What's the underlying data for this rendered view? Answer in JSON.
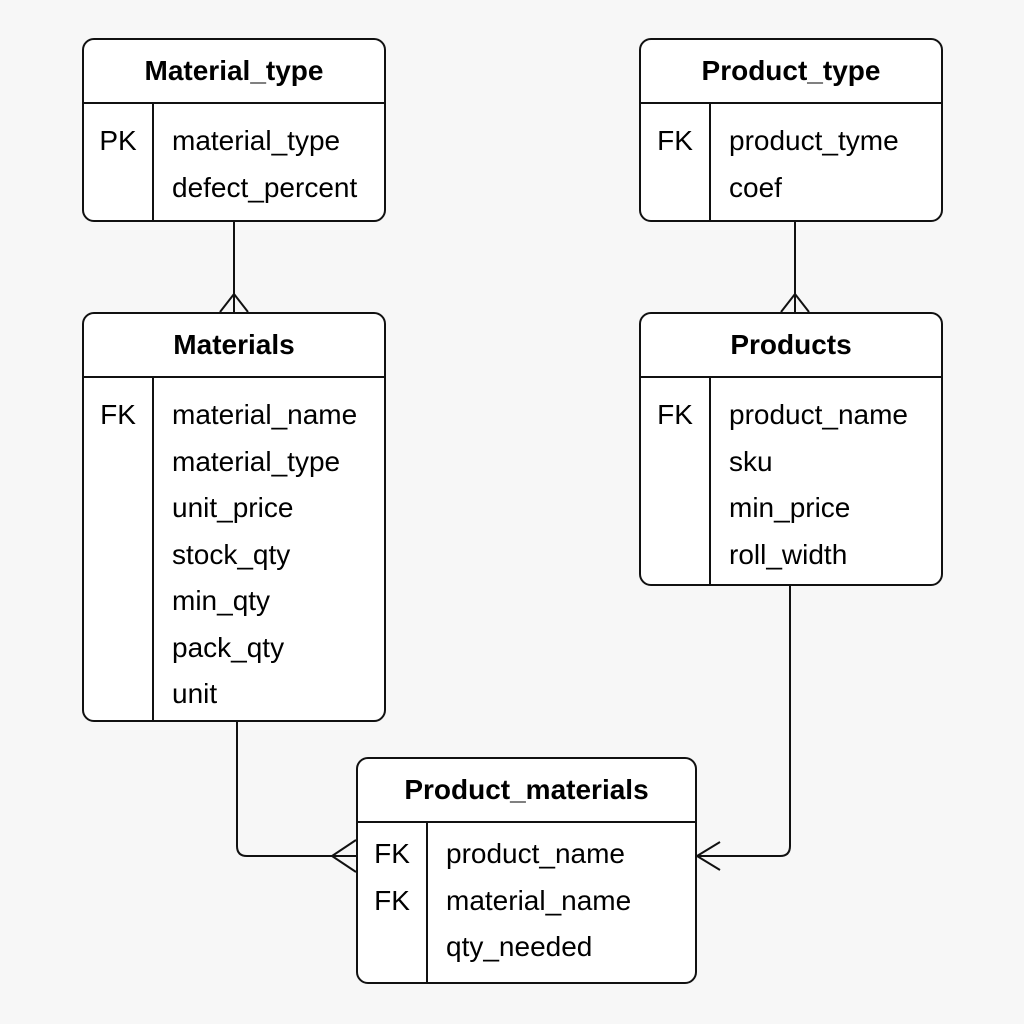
{
  "entities": {
    "material_type": {
      "title": "Material_type",
      "keys": [
        "PK",
        ""
      ],
      "fields": [
        "material_type",
        "defect_percent"
      ]
    },
    "product_type": {
      "title": "Product_type",
      "keys": [
        "FK",
        ""
      ],
      "fields": [
        "product_tyme",
        "coef"
      ]
    },
    "materials": {
      "title": "Materials",
      "keys": [
        "FK",
        "",
        "",
        "",
        "",
        "",
        ""
      ],
      "fields": [
        "material_name",
        "material_type",
        "unit_price",
        "stock_qty",
        "min_qty",
        "pack_qty",
        "unit"
      ]
    },
    "products": {
      "title": "Products",
      "keys": [
        "FK",
        "",
        "",
        ""
      ],
      "fields": [
        "product_name",
        "sku",
        "min_price",
        "roll_width"
      ]
    },
    "product_materials": {
      "title": "Product_materials",
      "keys": [
        "FK",
        "FK",
        ""
      ],
      "fields": [
        "product_name",
        "material_name",
        "qty_needed"
      ]
    }
  },
  "relationships": [
    {
      "from": "material_type",
      "to": "materials",
      "to_end": "crow-foot"
    },
    {
      "from": "product_type",
      "to": "products",
      "to_end": "crow-foot"
    },
    {
      "from": "materials",
      "to": "product_materials",
      "to_end": "crow-foot"
    },
    {
      "from": "products",
      "to": "product_materials",
      "to_end": "arrow"
    }
  ],
  "colors": {
    "line": "#111111",
    "background": "#f7f7f7",
    "entity_fill": "#ffffff"
  }
}
